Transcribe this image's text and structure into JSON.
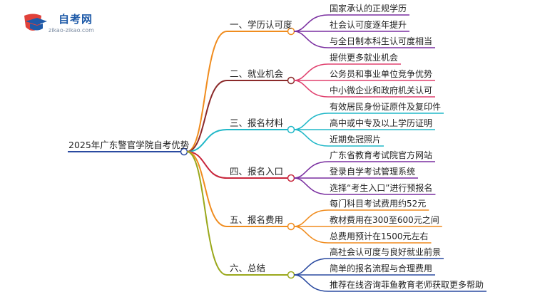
{
  "brand": {
    "name": "自考网",
    "url_text": "zikao-zikao.com",
    "colors": {
      "shield": "#e0413a",
      "cap": "#1e5aa8"
    }
  },
  "root": {
    "label": "2025年广东警官学院自考优势"
  },
  "branches": [
    {
      "label": "一、学历认可度",
      "color": "#f08c1e",
      "children": [
        "国家承认的正规学历",
        "社会认可度逐年提升",
        "与全日制本科生认可度相当"
      ]
    },
    {
      "label": "二、就业机会",
      "color": "#8b2a2a",
      "children": [
        "提供更多就业机会",
        "公务员和事业单位竞争优势",
        "中小微企业和政府机关认可"
      ]
    },
    {
      "label": "三、报名材料",
      "color": "#21b8c8",
      "children": [
        "有效居民身份证原件及复印件",
        "高中或中专及以上学历证明",
        "近期免冠照片"
      ]
    },
    {
      "label": "四、报名入口",
      "color": "#c8263c",
      "children": [
        "广东省教育考试院官方网站",
        "登录自学考试管理系统",
        "选择“考生入口”进行预报名"
      ]
    },
    {
      "label": "五、报名费用",
      "color": "#f08c1e",
      "children": [
        "每门科目考试费用约52元",
        "教材费用在300至600元之间",
        "总费用预计在1500元左右"
      ]
    },
    {
      "label": "六、总结",
      "color": "#9aa81c",
      "children": [
        "高社会认可度与良好就业前景",
        "简单的报名流程与合理费用",
        "推荐在线咨询菲鱼教育老师获取更多帮助"
      ]
    }
  ],
  "child_line_colors": [
    "#7a2fa0",
    "#e0406e",
    "#21b8c8",
    "#7a2fa0",
    "#f08c1e",
    "#2a4aa0"
  ]
}
